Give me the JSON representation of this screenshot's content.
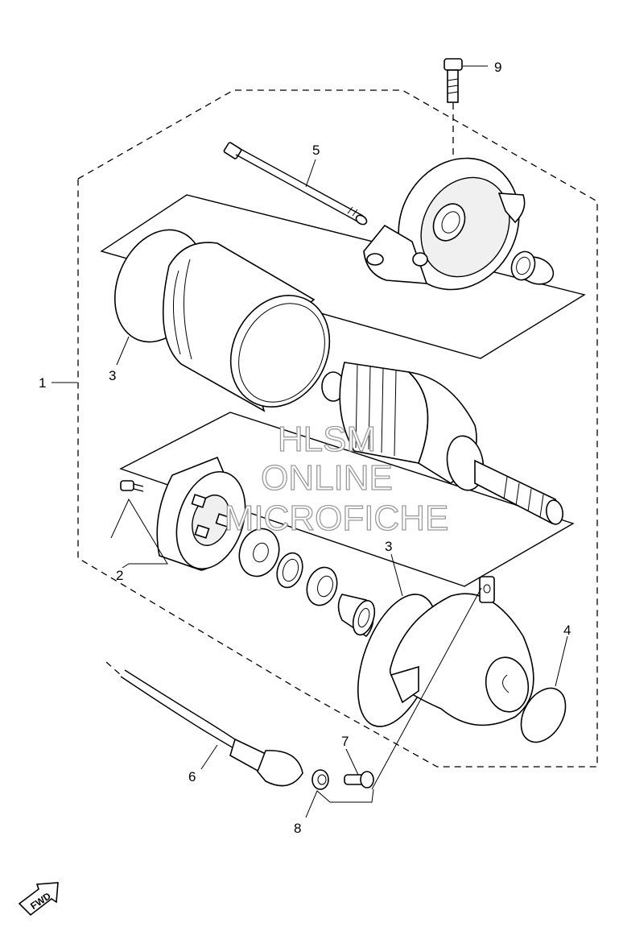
{
  "callouts": {
    "c1": "1",
    "c2": "2",
    "c3a": "3",
    "c3b": "3",
    "c4": "4",
    "c5": "5",
    "c6": "6",
    "c7": "7",
    "c8": "8",
    "c9": "9"
  },
  "watermark": {
    "line1": "HLSM",
    "line2": "ONLINE",
    "line3": "MICROFICHE"
  },
  "fwd_label": "FWD"
}
